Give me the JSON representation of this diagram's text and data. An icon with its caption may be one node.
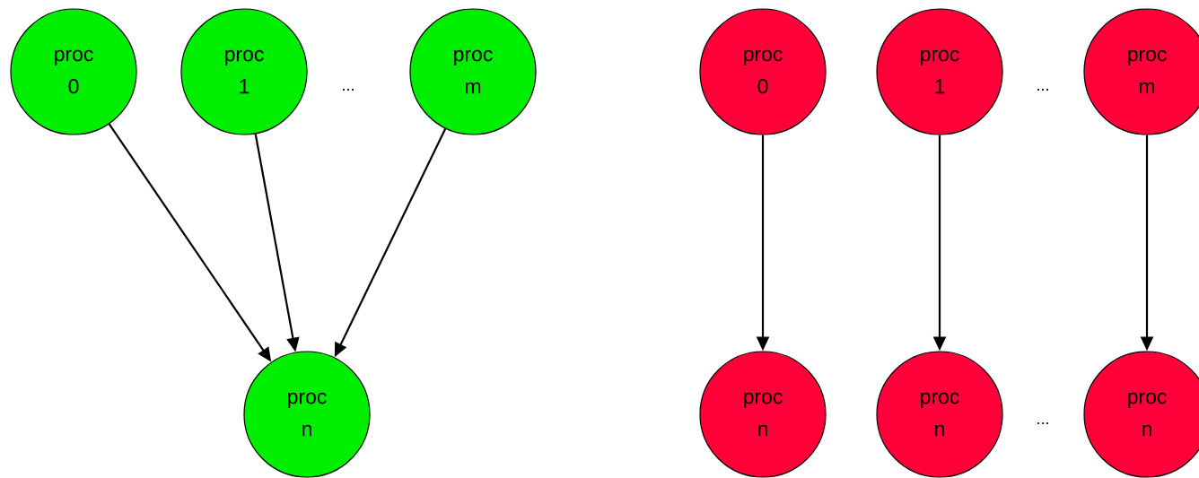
{
  "diagram": {
    "nodes": [
      {
        "text": [
          "proc 0"
        ]
      },
      {
        "text": [
          "proc 1"
        ]
      },
      {
        "text": [
          "proc m"
        ]
      },
      {
        "text": [
          "proc n"
        ]
      },
      {
        "text": [
          "proc 0"
        ]
      },
      {
        "text": [
          "proc 1"
        ]
      },
      {
        "text": [
          "proc m"
        ]
      },
      {
        "text": [
          "proc n"
        ]
      },
      {
        "text": [
          "proc n"
        ]
      },
      {
        "text": [
          "proc n"
        ]
      }
    ],
    "edges": [
      {
        "from": 0,
        "to": 3,
        "arrow": "to"
      },
      {
        "from": 1,
        "to": 3,
        "arrow": "to"
      },
      {
        "from": 2,
        "to": 3,
        "arrow": "to"
      },
      {
        "from": 4,
        "to": 7,
        "arrow": "to"
      },
      {
        "from": 5,
        "to": 8,
        "arrow": "to"
      },
      {
        "from": 6,
        "to": 9,
        "arrow": "to"
      }
    ],
    "labels": [
      "...",
      "...",
      "..."
    ]
  }
}
